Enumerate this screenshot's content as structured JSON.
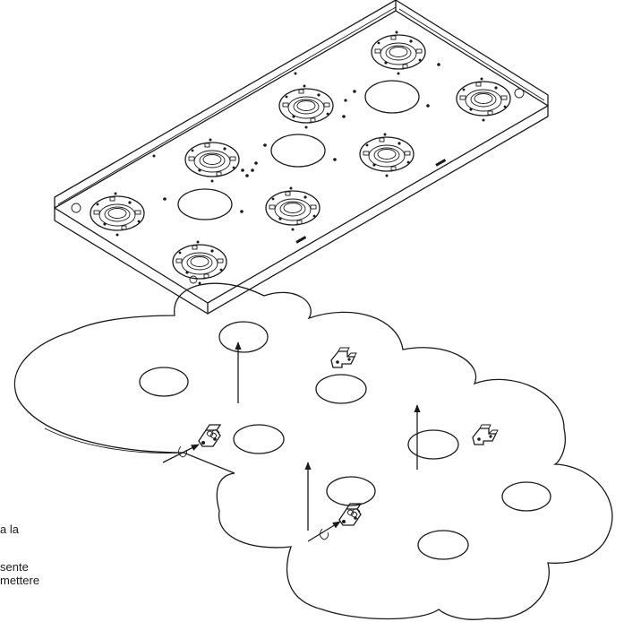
{
  "caption_lines": [
    "a la",
    "sente",
    "mettere"
  ],
  "colors": {
    "line": "#1a1a1a",
    "background": "#ffffff"
  },
  "icons": [
    "rotation-arrow-icon",
    "spring-clip-icon",
    "bracket-icon"
  ]
}
